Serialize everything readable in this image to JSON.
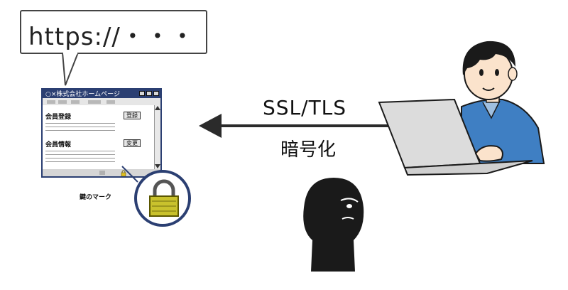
{
  "bubble": {
    "url_text": "https://・・・"
  },
  "browser": {
    "title": "○×株式会社ホームページ",
    "rows": [
      {
        "label": "会員登録",
        "button": "登録"
      },
      {
        "label": "会員情報",
        "button": "変更"
      }
    ]
  },
  "lock": {
    "caption": "鍵のマーク"
  },
  "arrow": {
    "label_top": "SSL/TLS",
    "label_bottom": "暗号化"
  },
  "colors": {
    "accent": "#2b3f72",
    "lock_fill": "#c9c22d",
    "shirt": "#3f7fc3"
  }
}
